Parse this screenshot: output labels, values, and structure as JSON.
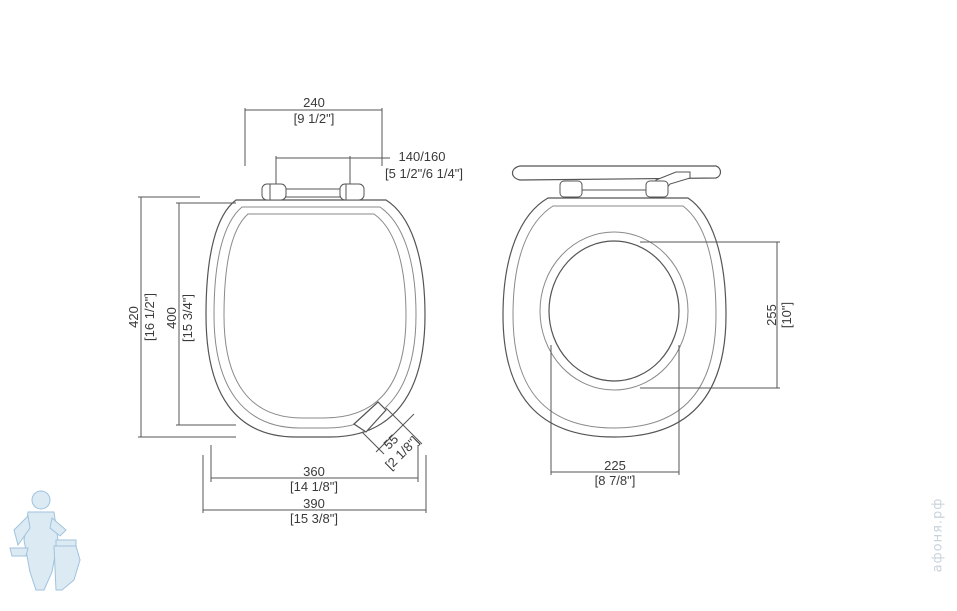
{
  "dimensions": {
    "width_240": {
      "mm": "240",
      "in": "[9 1/2\"]"
    },
    "hinge_spacing": {
      "mm": "140/160",
      "in": "[5 1/2\"/6 1/4\"]"
    },
    "length_420": {
      "mm": "420",
      "in": "[16 1/2\"]"
    },
    "length_400": {
      "mm": "400",
      "in": "[15 3/4\"]"
    },
    "handle_55": {
      "mm": "55",
      "in": "[2 1/8\"]"
    },
    "width_360": {
      "mm": "360",
      "in": "[14 1/8\"]"
    },
    "width_390": {
      "mm": "390",
      "in": "[15 3/8\"]"
    },
    "opening_255": {
      "mm": "255",
      "in": "[10\"]"
    },
    "opening_225": {
      "mm": "225",
      "in": "[8 7/8\"]"
    }
  },
  "watermark": {
    "text": "афоня.рф"
  },
  "colors": {
    "line": "#555555",
    "inner_line": "#8a8a8a",
    "watermark": "#c9d3db",
    "logo": "#9fc3dd"
  }
}
